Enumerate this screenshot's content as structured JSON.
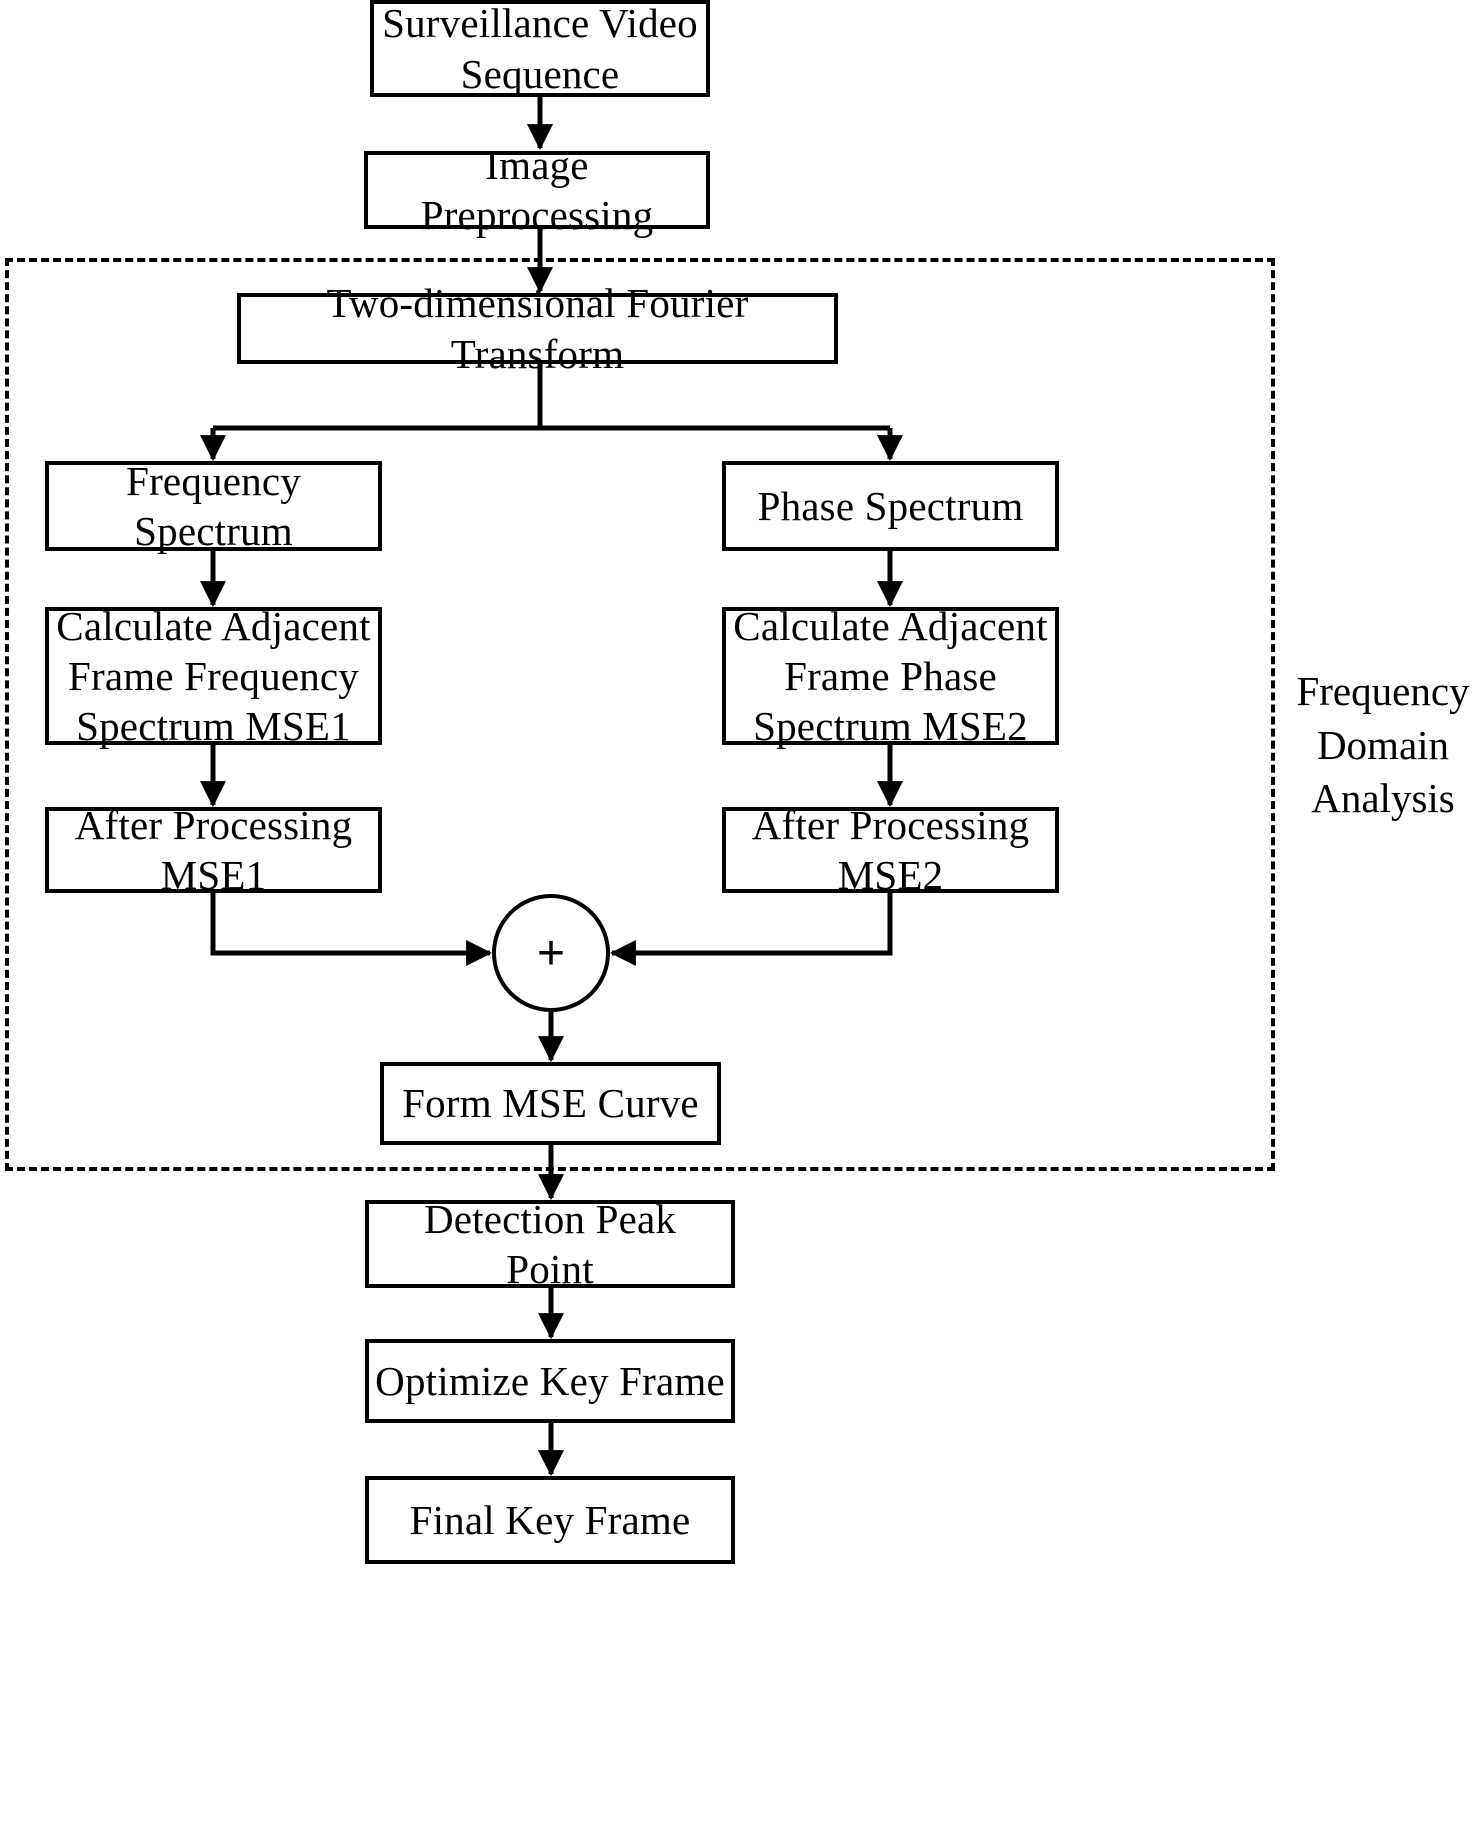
{
  "diagram": {
    "title": "Key Frame Extraction Flowchart",
    "background": "#ffffff",
    "stroke": "#000000",
    "group_label": "Frequency\nDomain\nAnalysis",
    "operator_symbol": "+",
    "nodes": {
      "surveillance_video_sequence": "Surveillance Video\nSequence",
      "image_preprocessing": "Image Preprocessing",
      "two_dimensional_fourier_transform": "Two-dimensional Fourier Transform",
      "frequency_spectrum": "Frequency Spectrum",
      "phase_spectrum": "Phase Spectrum",
      "calculate_adjacent_frame_frequency_spectrum_mse1": "Calculate Adjacent\nFrame Frequency\nSpectrum MSE1",
      "calculate_adjacent_frame_phase_spectrum_mse2": "Calculate Adjacent\nFrame Phase\nSpectrum MSE2",
      "after_processing_mse1": "After Processing\nMSE1",
      "after_processing_mse2": "After Processing\nMSE2",
      "form_mse_curve": "Form MSE Curve",
      "detection_peak_point": "Detection Peak Point",
      "optimize_key_frame": "Optimize Key Frame",
      "final_key_frame": "Final Key Frame"
    }
  }
}
